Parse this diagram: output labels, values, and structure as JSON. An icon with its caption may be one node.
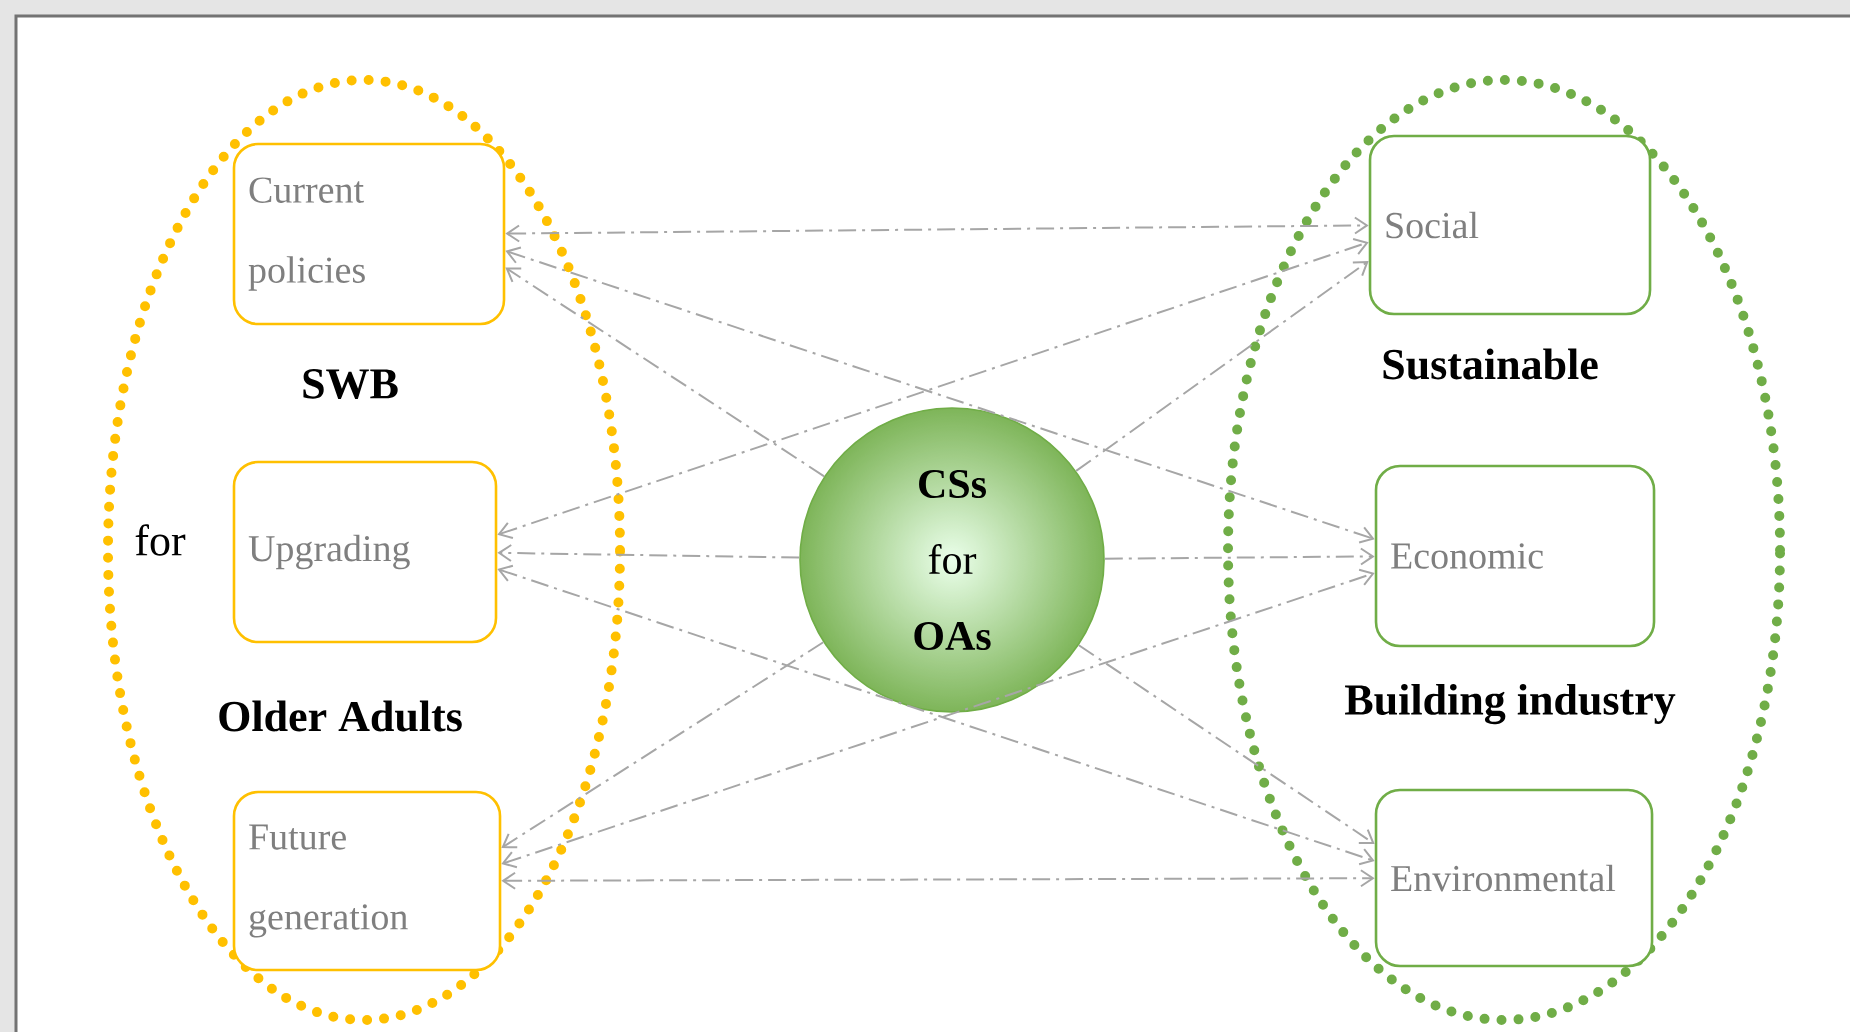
{
  "diagram": {
    "nodes": [
      {
        "text": [
          "SWB",
          "for",
          "Older Adults"
        ]
      },
      {
        "text": [
          "Current policies"
        ],
        "in": 0
      },
      {
        "text": [
          "Upgrading"
        ],
        "in": 0
      },
      {
        "text": [
          "Future generation"
        ],
        "in": 0
      },
      {
        "text": [
          "**CSs** for **OAs**"
        ]
      },
      {
        "text": [
          "Sustainable",
          "Building industry"
        ]
      },
      {
        "text": [
          "Social"
        ],
        "in": 5
      },
      {
        "text": [
          "Economic"
        ],
        "in": 5
      },
      {
        "text": [
          "Environmental"
        ],
        "in": 5
      }
    ],
    "edges": [
      {
        "from": 1,
        "to": 6,
        "arrow": "both",
        "style": "dashed"
      },
      {
        "from": 1,
        "to": 7,
        "arrow": "both",
        "style": "dashed"
      },
      {
        "from": 4,
        "to": 1,
        "arrow": "to",
        "style": "dashed"
      },
      {
        "from": 2,
        "to": 6,
        "arrow": "both",
        "style": "dashed"
      },
      {
        "from": 4,
        "to": 2,
        "arrow": "to",
        "style": "dashed"
      },
      {
        "from": 2,
        "to": 8,
        "arrow": "both",
        "style": "dashed"
      },
      {
        "from": 4,
        "to": 3,
        "arrow": "to",
        "style": "dashed"
      },
      {
        "from": 3,
        "to": 7,
        "arrow": "both",
        "style": "dashed"
      },
      {
        "from": 3,
        "to": 8,
        "arrow": "both",
        "style": "dashed"
      },
      {
        "from": 4,
        "to": 6,
        "arrow": "to",
        "style": "dashed"
      },
      {
        "from": 4,
        "to": 7,
        "arrow": "to",
        "style": "dashed"
      },
      {
        "from": 4,
        "to": 8,
        "arrow": "to",
        "style": "dashed"
      }
    ]
  }
}
